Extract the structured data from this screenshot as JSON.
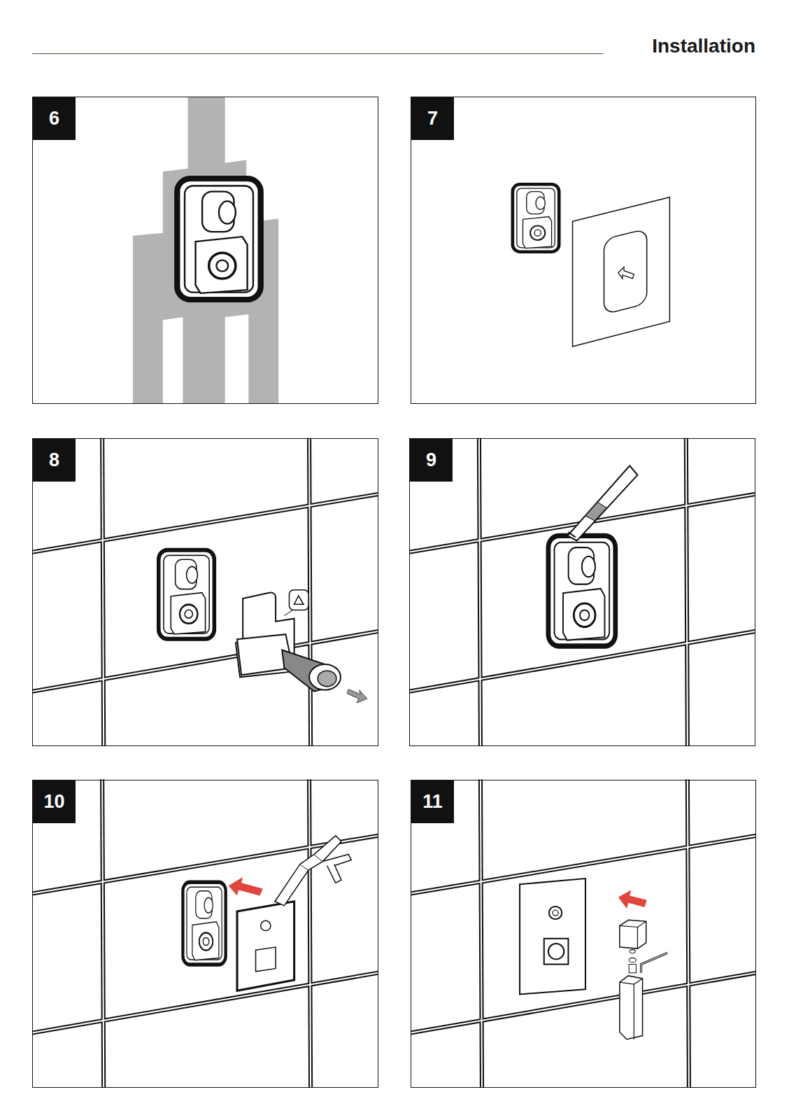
{
  "diagram": {
    "title": "Installation",
    "nodes": [
      {
        "text": [
          "6"
        ]
      },
      {
        "text": [
          "7"
        ]
      },
      {
        "text": [
          "8"
        ]
      },
      {
        "text": [
          "9"
        ]
      },
      {
        "text": [
          "10"
        ]
      },
      {
        "text": [
          "11"
        ]
      }
    ]
  }
}
